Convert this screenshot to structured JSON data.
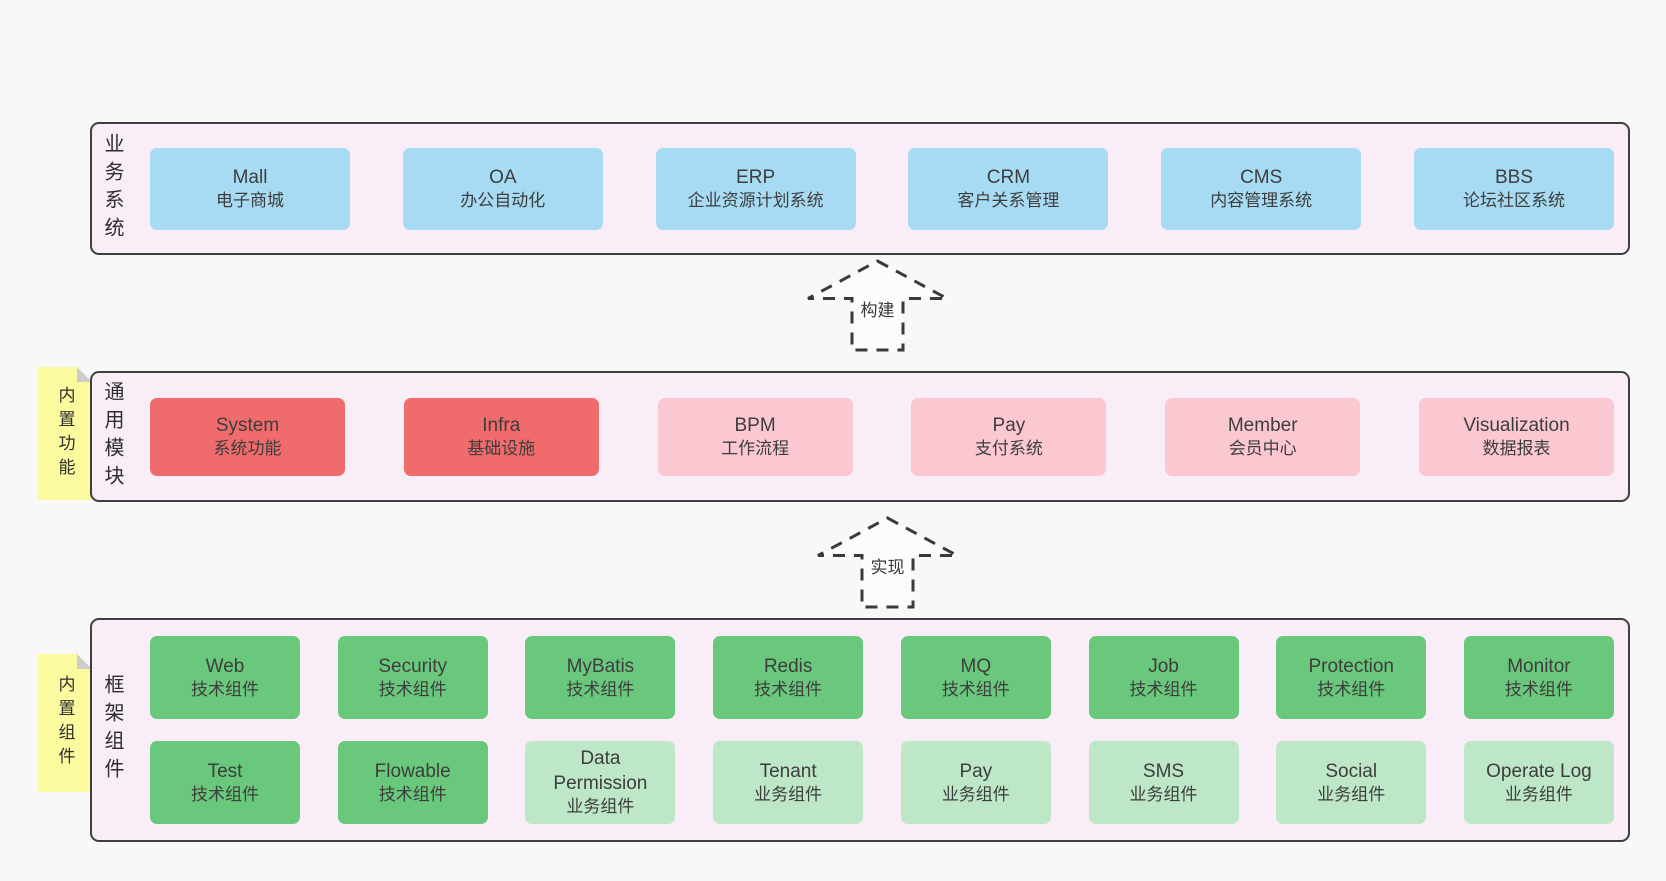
{
  "palette": {
    "page_bg": "#f8f8f8",
    "band_bg": "#f9eef8",
    "band_border": "#3f3f3f",
    "blue": "#a7dbf3",
    "red": "#f06c6c",
    "pink": "#fbc8d2",
    "green": "#6ac87c",
    "lightgreen": "#bde7c7",
    "sticky_yellow": "#fbfa9e",
    "sticky_fold": "#cccccc",
    "box_text": "#3d3d3d",
    "label_text": "#2e2e2e",
    "arrow_line": "#3a3a3a",
    "arrow_fill": "#fcfcfc"
  },
  "bands": [
    {
      "label": "业务系统",
      "boxes": [
        {
          "title": "Mall",
          "subtitle": "电子商城",
          "variant": "blue"
        },
        {
          "title": "OA",
          "subtitle": "办公自动化",
          "variant": "blue"
        },
        {
          "title": "ERP",
          "subtitle": "企业资源计划系统",
          "variant": "blue"
        },
        {
          "title": "CRM",
          "subtitle": "客户关系管理",
          "variant": "blue"
        },
        {
          "title": "CMS",
          "subtitle": "内容管理系统",
          "variant": "blue"
        },
        {
          "title": "BBS",
          "subtitle": "论坛社区系统",
          "variant": "blue"
        }
      ]
    },
    {
      "label": "通用模块",
      "sticky": "内置功能",
      "boxes": [
        {
          "title": "System",
          "subtitle": "系统功能",
          "variant": "red"
        },
        {
          "title": "Infra",
          "subtitle": "基础设施",
          "variant": "red"
        },
        {
          "title": "BPM",
          "subtitle": "工作流程",
          "variant": "pink"
        },
        {
          "title": "Pay",
          "subtitle": "支付系统",
          "variant": "pink"
        },
        {
          "title": "Member",
          "subtitle": "会员中心",
          "variant": "pink"
        },
        {
          "title": "Visualization",
          "subtitle": "数据报表",
          "variant": "pink"
        }
      ]
    },
    {
      "label": "框架组件",
      "sticky": "内置组件",
      "rows": [
        [
          {
            "title": "Web",
            "subtitle": "技术组件",
            "variant": "green"
          },
          {
            "title": "Security",
            "subtitle": "技术组件",
            "variant": "green"
          },
          {
            "title": "MyBatis",
            "subtitle": "技术组件",
            "variant": "green"
          },
          {
            "title": "Redis",
            "subtitle": "技术组件",
            "variant": "green"
          },
          {
            "title": "MQ",
            "subtitle": "技术组件",
            "variant": "green"
          },
          {
            "title": "Job",
            "subtitle": "技术组件",
            "variant": "green"
          },
          {
            "title": "Protection",
            "subtitle": "技术组件",
            "variant": "green"
          },
          {
            "title": "Monitor",
            "subtitle": "技术组件",
            "variant": "green"
          }
        ],
        [
          {
            "title": "Test",
            "subtitle": "技术组件",
            "variant": "green"
          },
          {
            "title": "Flowable",
            "subtitle": "技术组件",
            "variant": "green"
          },
          {
            "title": "Data Permission",
            "subtitle": "业务组件",
            "variant": "lightgreen"
          },
          {
            "title": "Tenant",
            "subtitle": "业务组件",
            "variant": "lightgreen"
          },
          {
            "title": "Pay",
            "subtitle": "业务组件",
            "variant": "lightgreen"
          },
          {
            "title": "SMS",
            "subtitle": "业务组件",
            "variant": "lightgreen"
          },
          {
            "title": "Social",
            "subtitle": "业务组件",
            "variant": "lightgreen"
          },
          {
            "title": "Operate Log",
            "subtitle": "业务组件",
            "variant": "lightgreen"
          }
        ]
      ]
    }
  ],
  "arrows": [
    {
      "label": "构建"
    },
    {
      "label": "实现"
    }
  ]
}
